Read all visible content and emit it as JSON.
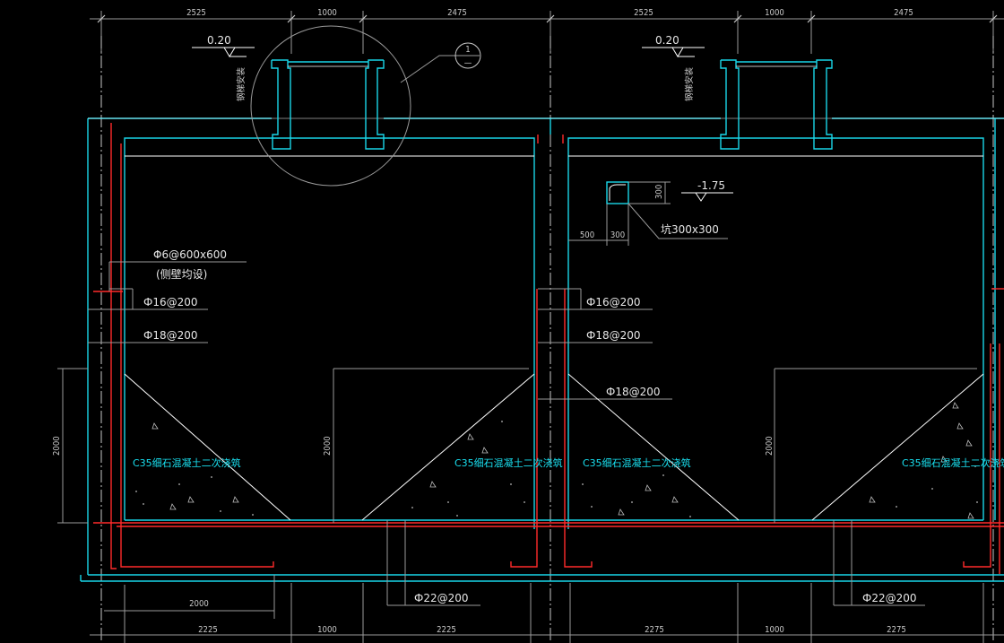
{
  "dims_top": [
    "2525",
    "1000",
    "2475",
    "2525",
    "1000",
    "2475"
  ],
  "dims_bottom": [
    "2225",
    "1000",
    "2225",
    "2275",
    "1000",
    "2275"
  ],
  "dim_bottom_inner": "2000",
  "dim_vertical": [
    "2000",
    "2000",
    "2000"
  ],
  "elev_left": "0.20",
  "elev_right": "0.20",
  "elev_pit": "-1.75",
  "detail_marker": "1",
  "small_vertical_text": "钢梯安装",
  "rebar": {
    "mesh": "Φ6@600x600",
    "mesh_note": "(侧壁均设)",
    "l16_left": "Ф16@200",
    "l18_left": "Ф18@200",
    "l16_right": "Ф16@200",
    "l18_right": "Ф18@200",
    "l18_right2": "Ф18@200",
    "l22_left": "Ф22@200",
    "l22_right": "Ф22@200"
  },
  "pit": {
    "label": "坑300x300",
    "dim_h": "300",
    "dim_a": "500",
    "dim_b": "300"
  },
  "concrete_label": "C35细石混凝土二次浇筑",
  "colors": {
    "background": "#000000",
    "walls": "#19d6e8",
    "rebar": "#ff2a2a",
    "dimension": "#c8c8c8",
    "text": "#e6e6e6"
  }
}
